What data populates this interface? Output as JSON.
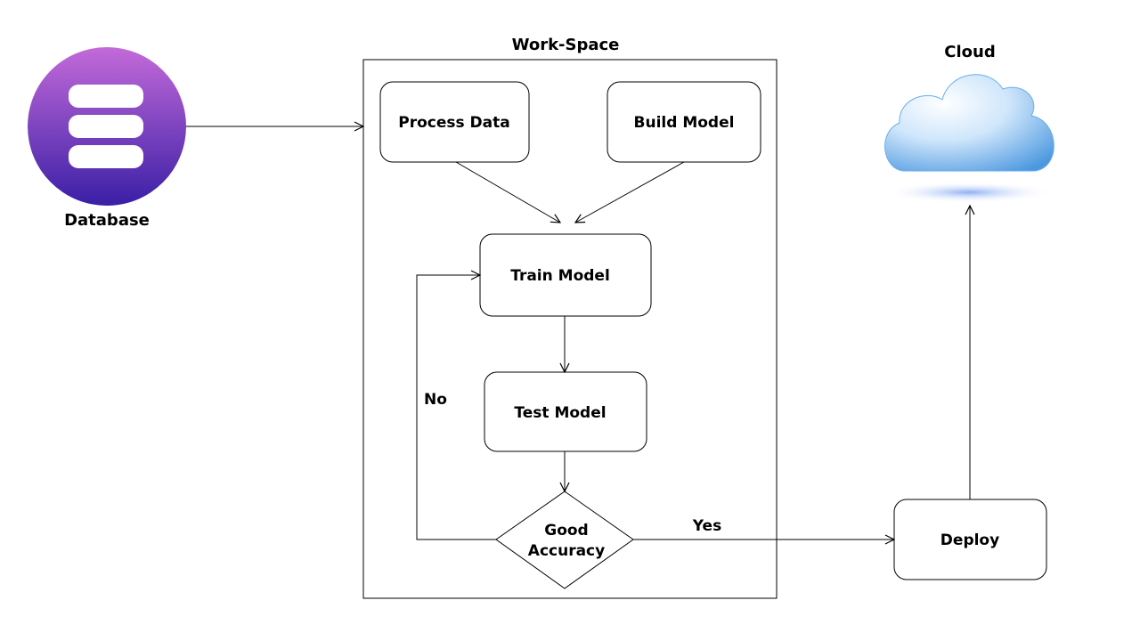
{
  "diagram": {
    "workspace_title": "Work-Space",
    "database_label": "Database",
    "cloud_label": "Cloud",
    "nodes": {
      "process_data": "Process Data",
      "build_model": "Build Model",
      "train_model": "Train Model",
      "test_model": "Test Model",
      "decision_line1": "Good",
      "decision_line2": "Accuracy",
      "deploy": "Deploy"
    },
    "edge_labels": {
      "no": "No",
      "yes": "Yes"
    },
    "icons": {
      "database": "database-icon",
      "cloud": "cloud-icon"
    },
    "colors": {
      "database_gradient_top": "#c36ad9",
      "database_gradient_bottom": "#3a1fa6",
      "cloud_light": "#ffffff",
      "cloud_dark": "#5fa8e8",
      "stroke": "#000000"
    }
  }
}
